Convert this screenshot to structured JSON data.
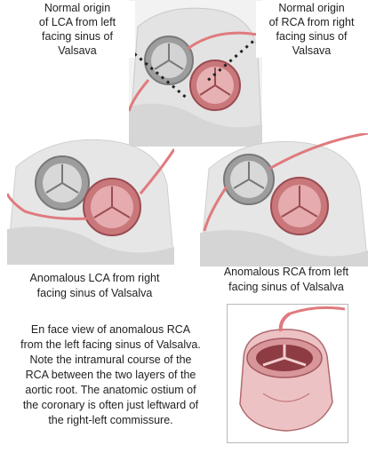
{
  "labels": {
    "top_left": "Normal origin\nof LCA from left\nfacing sinus of\nValsava",
    "top_right": "Normal origin\nof RCA from right\nfacing sinus of\nValsava",
    "middle_left": "Anomalous LCA from right\nfacing sinus of Valsalva",
    "middle_right": "Anomalous RCA from left\nfacing sinus of Valsalva",
    "bottom_caption": "En face view of anomalous RCA\nfrom the left facing sinus of Valsalva.\nNote the intramural course of the\nRCA between the two layers of the\naortic root.  The anatomic ostium of\nthe coronary is often just leftward of\nthe right-left commissure."
  },
  "colors": {
    "aorta_gray": "#bdbdbd",
    "aorta_dark": "#8e8e8e",
    "pulm_pink": "#d9898c",
    "pulm_dark": "#b35a5f",
    "coronary": "#e07a7e",
    "text": "#222222"
  }
}
